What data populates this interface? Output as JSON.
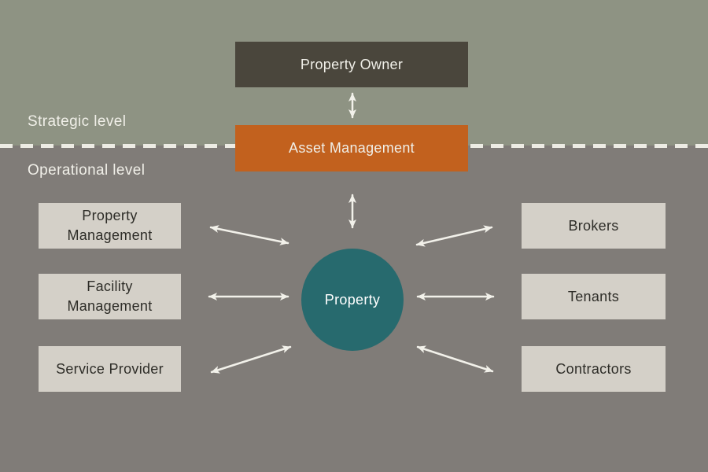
{
  "diagram": {
    "title_hint": "Property asset management stakeholder diagram",
    "strategic_level": {
      "label": "Strategic level",
      "nodes": {
        "property_owner": {
          "label": "Property Owner"
        },
        "asset_management": {
          "label": "Asset Management"
        }
      }
    },
    "operational_level": {
      "label": "Operational level",
      "center": {
        "label": "Property"
      },
      "left_nodes": [
        {
          "label": "Property Management"
        },
        {
          "label": "Facility Management"
        },
        {
          "label": "Service Provider"
        }
      ],
      "right_nodes": [
        {
          "label": "Brokers"
        },
        {
          "label": "Tenants"
        },
        {
          "label": "Contractors"
        }
      ]
    },
    "colors": {
      "strategic_bg": "#8e9383",
      "operational_bg": "#807c78",
      "dark_box": "#4a463c",
      "orange_box": "#c2611e",
      "teal_circle": "#276a6e",
      "light_box": "#d4d0c8",
      "box_text_dark": "#2e2d28",
      "text_light": "#f0efe8",
      "arrow": "#f2f1ea",
      "divider": "#edece4"
    }
  }
}
